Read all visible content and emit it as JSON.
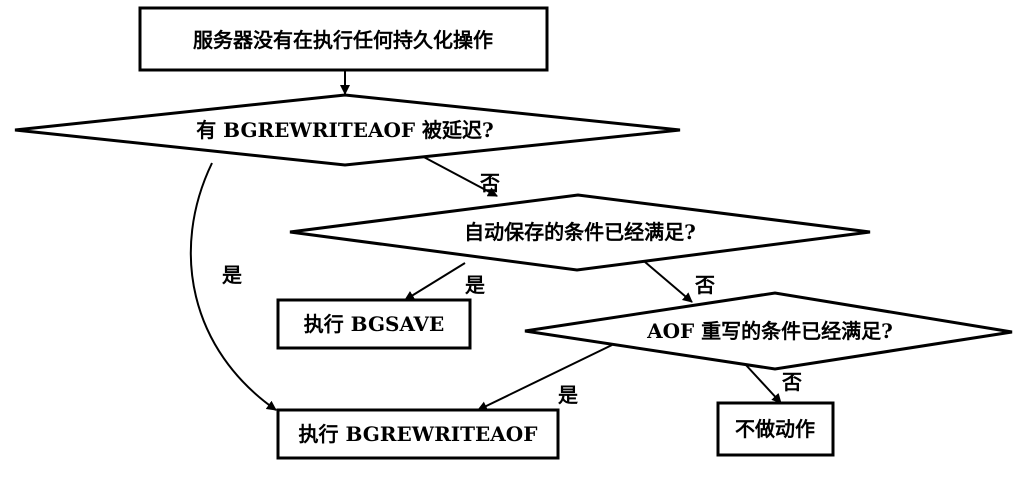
{
  "nodes": {
    "start": "服务器没有在执行任何持久化操作",
    "q_delayed": "有 BGREWRITEAOF 被延迟?",
    "q_autosave": "自动保存的条件已经满足?",
    "q_aof": "AOF 重写的条件已经满足?",
    "bgsave": "执行 BGSAVE",
    "bgrewrite": "执行 BGREWRITEAOF",
    "noop": "不做动作"
  },
  "labels": {
    "yes": "是",
    "no": "否"
  }
}
